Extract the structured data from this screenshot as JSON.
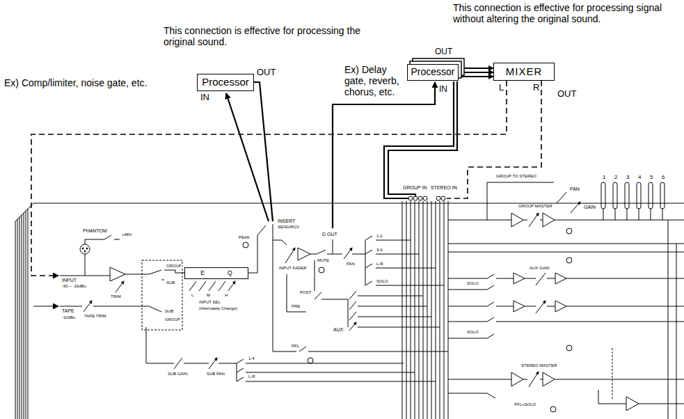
{
  "diagram": {
    "nodes": [
      {
        "text": [
          "Processor"
        ]
      },
      {
        "text": [
          "Processor"
        ]
      },
      {
        "text": [
          "MIXER"
        ]
      },
      {
        "text": [
          "E Q"
        ]
      }
    ],
    "edges": [
      {
        "from": 1,
        "to": 2,
        "arrow": "to"
      },
      {
        "from": 1,
        "to": 2,
        "arrow": "to"
      },
      {
        "from": 1,
        "to": 2,
        "arrow": "to"
      }
    ],
    "labels": [
      "This connection is effective for processing signal without altering the original sound.",
      "This connection is effective for processing the original sound.",
      "Ex) Comp/limiter, noise gate, etc.",
      "OUT",
      "IN",
      "Ex) Delay gate, reverb, chorus, etc.",
      "OUT",
      "IN",
      "L",
      "R",
      "OUT",
      "PHANTOM",
      "+48V",
      "INPUT",
      "-60 ~ -16dBu",
      "TRIM",
      "TAPE",
      "TAPE TRIM",
      "-10dBu",
      "GROUP",
      "SUB",
      "L",
      "M",
      "H",
      "INPUT SEL",
      "(Alternately Change)",
      "SUB",
      "GROUP",
      "PEAK",
      "INSERT",
      "SEND/RCV",
      "D OUT",
      "INPUT FADER",
      "MUTE",
      "PAN",
      "1-2",
      "3-4",
      "L-R",
      "SOLO",
      "POST",
      "PRE",
      "AUX",
      "PFL",
      "SUB GAIN",
      "SUB PAN",
      "1-4",
      "L-R",
      "GROUP IN",
      "STEREO IN",
      "GROUP TO STEREO",
      "PAN",
      "GAIN",
      "GROUP MASTER",
      "1",
      "2",
      "3",
      "4",
      "5",
      "6",
      "SOLO",
      "AUX GAIN",
      "SOLO",
      "STEREO MASTER",
      "PFL+SOLO"
    ]
  }
}
